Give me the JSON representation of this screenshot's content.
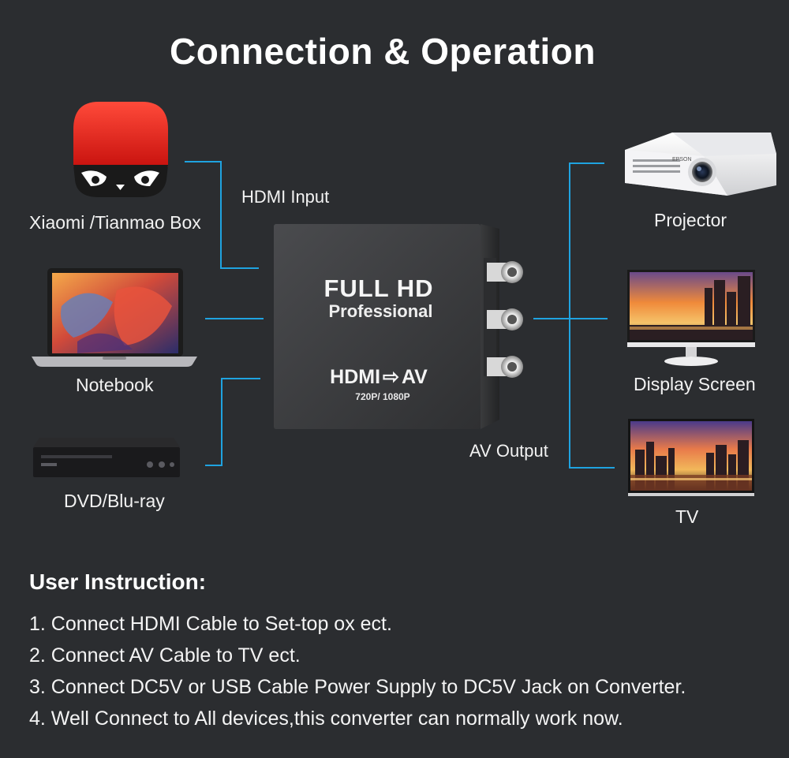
{
  "title": "Connection & Operation",
  "inputs": {
    "label": "HDMI Input",
    "devices": [
      {
        "name": "Xiaomi /Tianmao Box",
        "icon": "tv-box-icon"
      },
      {
        "name": "Notebook",
        "icon": "laptop-icon"
      },
      {
        "name": "DVD/Blu-ray",
        "icon": "dvd-player-icon"
      }
    ]
  },
  "converter": {
    "line1": "FULL HD",
    "line2": "Professional",
    "line3": "HDMI",
    "arrow": "⇨",
    "line3b": "AV",
    "line4": "720P/ 1080P"
  },
  "outputs": {
    "label": "AV Output",
    "devices": [
      {
        "name": "Projector",
        "icon": "projector-icon"
      },
      {
        "name": "Display Screen",
        "icon": "monitor-icon"
      },
      {
        "name": "TV",
        "icon": "tv-icon"
      }
    ]
  },
  "projector_brand": "EPSON",
  "instructions": {
    "title": "User Instruction:",
    "steps": [
      "1. Connect HDMI Cable to Set-top ox ect.",
      "2. Connect AV Cable to TV ect.",
      "3. Connect DC5V or USB Cable Power Supply to DC5V Jack on Converter.",
      "4. Well Connect to All devices,this converter can normally work now."
    ]
  },
  "colors": {
    "background": "#2b2d30",
    "wire": "#1fa3e0",
    "text": "#ffffff",
    "box_red": "#e02020",
    "converter_body": "#3c3d3f"
  }
}
